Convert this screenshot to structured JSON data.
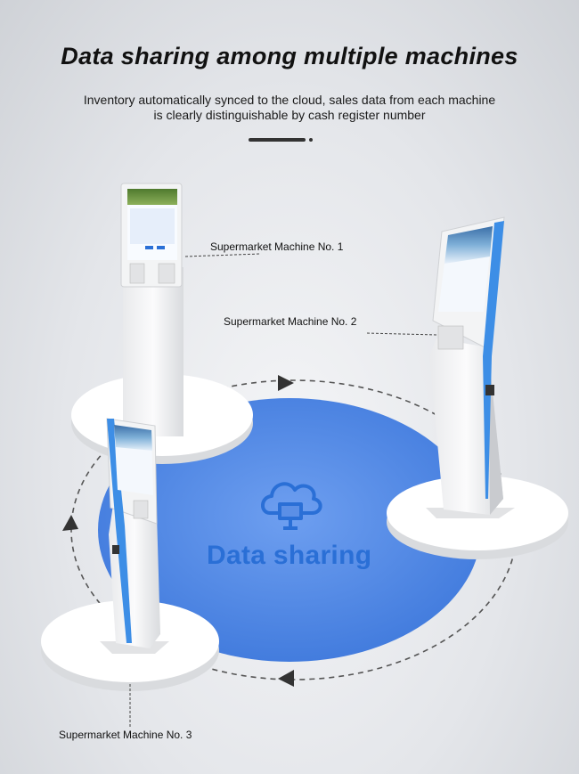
{
  "header": {
    "title": "Data sharing among multiple machines",
    "subtitle_line1": "Inventory automatically synced to the cloud, sales data from each machine",
    "subtitle_line2": "is clearly distinguishable by cash register number"
  },
  "machines": [
    {
      "label": "Supermarket Machine No. 1"
    },
    {
      "label": "Supermarket Machine No. 2"
    },
    {
      "label": "Supermarket Machine No. 3"
    }
  ],
  "center": {
    "label": "Data sharing",
    "icon": "cloud-monitor-icon"
  },
  "colors": {
    "accent": "#2a6fd6",
    "blue_disc": "#5b8fe6",
    "kiosk_stripe": "#3d8ee6"
  }
}
